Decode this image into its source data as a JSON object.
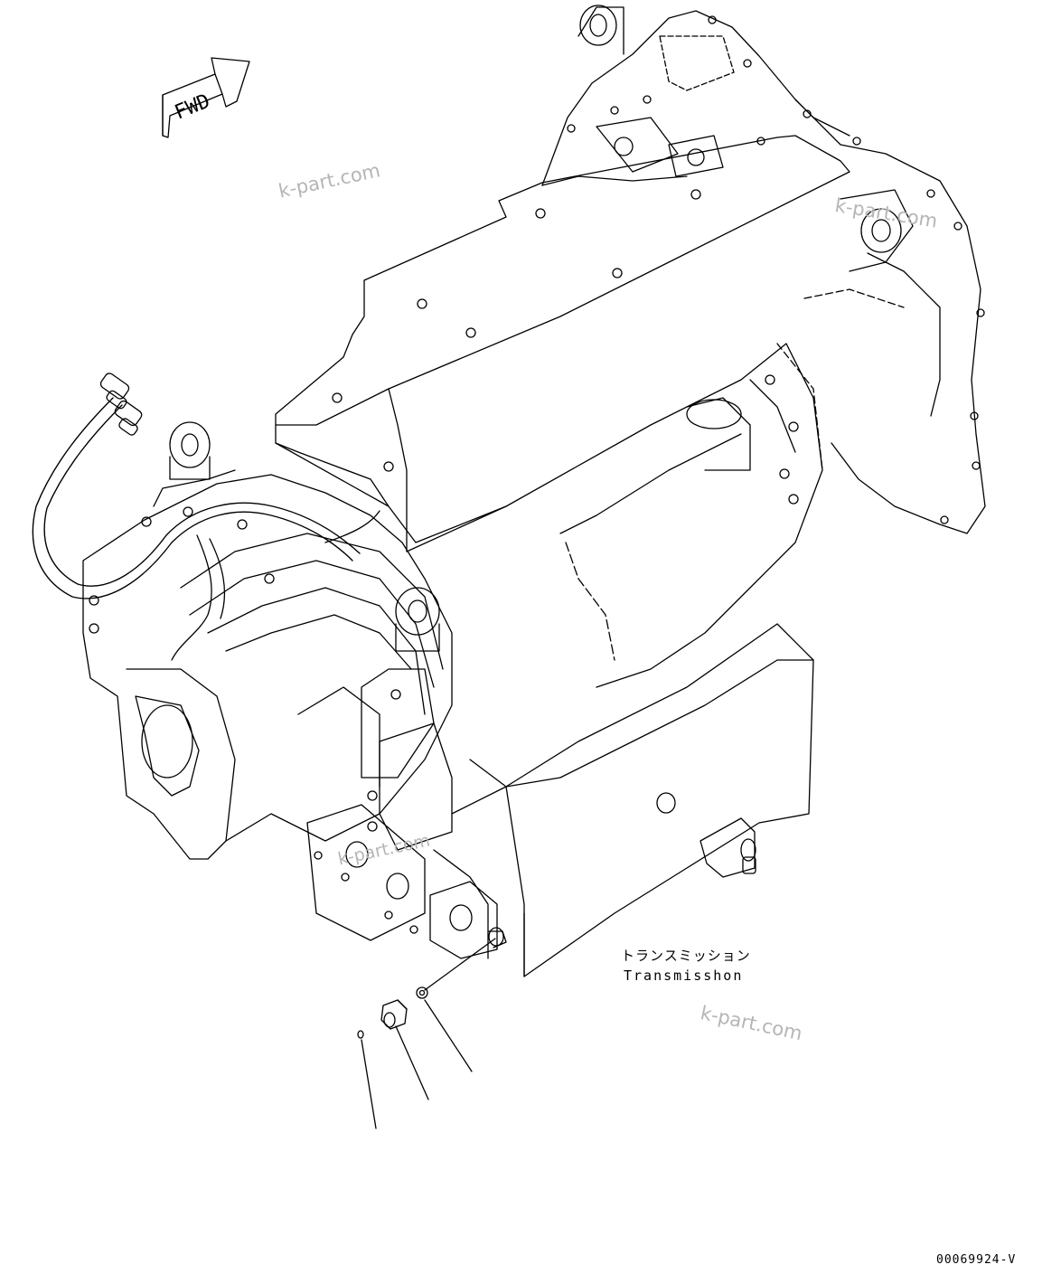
{
  "diagram": {
    "fwd_sign": "FWD",
    "label_ja": "トランスミッション",
    "label_en": "Transmisshon",
    "drawing_code": "00069924-V",
    "watermarks": [
      "k-part.com",
      "k-part.com",
      "k-part.com",
      "k-part.com"
    ]
  }
}
